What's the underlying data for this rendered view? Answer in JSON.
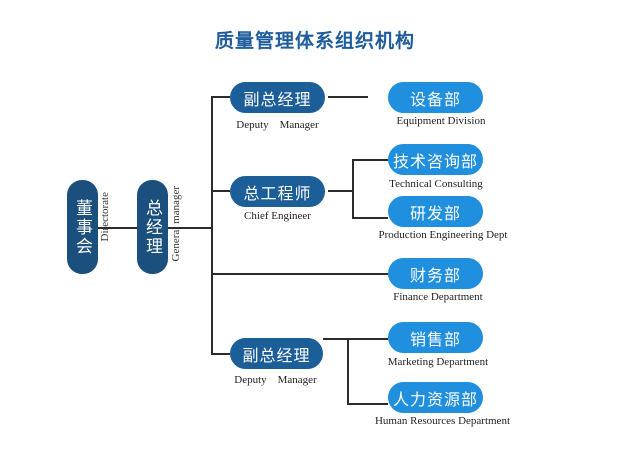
{
  "title": "质量管理体系组织机构",
  "nodes": {
    "directorate": {
      "cn": "董事会",
      "en": "Directorate"
    },
    "general_manager": {
      "cn": "总经理",
      "en": "General manager"
    },
    "deputy_manager_1": {
      "cn": "副总经理",
      "en": "Deputy　Manager"
    },
    "chief_engineer": {
      "cn": "总工程师",
      "en": "Chief Engineer"
    },
    "deputy_manager_2": {
      "cn": "副总经理",
      "en": "Deputy　Manager"
    },
    "equipment": {
      "cn": "设备部",
      "en": "Equipment Division"
    },
    "technical": {
      "cn": "技术咨询部",
      "en": "Technical Consulting"
    },
    "rnd": {
      "cn": "研发部",
      "en": "Production Engineering Dept"
    },
    "finance": {
      "cn": "财务部",
      "en": "Finance Department"
    },
    "marketing": {
      "cn": "销售部",
      "en": "Marketing Department"
    },
    "hr": {
      "cn": "人力资源部",
      "en": "Human Resources Department"
    }
  },
  "colors": {
    "title": "#1f5d9c",
    "top_boxes": "#1a4f7e",
    "manager_boxes": "#1c5e98",
    "department_boxes": "#1f8fde",
    "connector": "#2b2b2b"
  }
}
